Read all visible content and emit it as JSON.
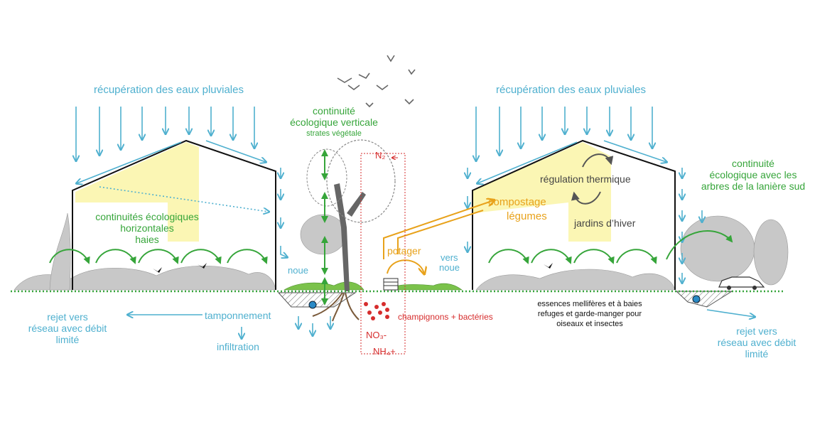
{
  "labels": {
    "rain_left": "récupération des eaux pluviales",
    "rain_right": "récupération des eaux pluviales",
    "vertical_title_1": "continuité",
    "vertical_title_2": "écologique verticale",
    "vertical_sub": "strates végétale",
    "horizontal_1": "continuités  écologiques",
    "horizontal_2": "horizontales",
    "horizontal_3": "haies",
    "noue": "noue",
    "tamponnement": "tamponnement",
    "infiltration": "infiltration",
    "rejet_left_1": "rejet vers",
    "rejet_left_2": "réseau avec débit",
    "rejet_left_3": "limité",
    "n2": "N₂",
    "no3": "NO₃-",
    "nh4": "NH₄+",
    "champignons": "champignons + bactéries",
    "potager": "potager",
    "vers_noue_1": "vers",
    "vers_noue_2": "noue",
    "compostage": "compostage",
    "legumes": "légumes",
    "regulation": "régulation thermique",
    "jardins": "jardins d’hiver",
    "continuite_sud_1": "continuité",
    "continuite_sud_2": "écologique avec les",
    "continuite_sud_3": "arbres de la lanière sud",
    "essences_1": "essences mellifères et à baies",
    "essences_2": "refuges et garde-manger pour",
    "essences_3": "oiseaux et insectes",
    "rejet_right_1": "rejet vers",
    "rejet_right_2": "réseau avec débit",
    "rejet_right_3": "limité"
  },
  "colors": {
    "water": "#4fb0cf",
    "ecology": "#36a53a",
    "garden": "#e8a21b",
    "nitrogen": "#d62d2d",
    "sun": "#fbf6b4",
    "building": "#111111",
    "vegetation": "#aaaaaa"
  },
  "icons": [
    "bird-icon",
    "tree-icon",
    "car-icon",
    "cycle-arrows-icon",
    "drain-pipe-icon"
  ]
}
